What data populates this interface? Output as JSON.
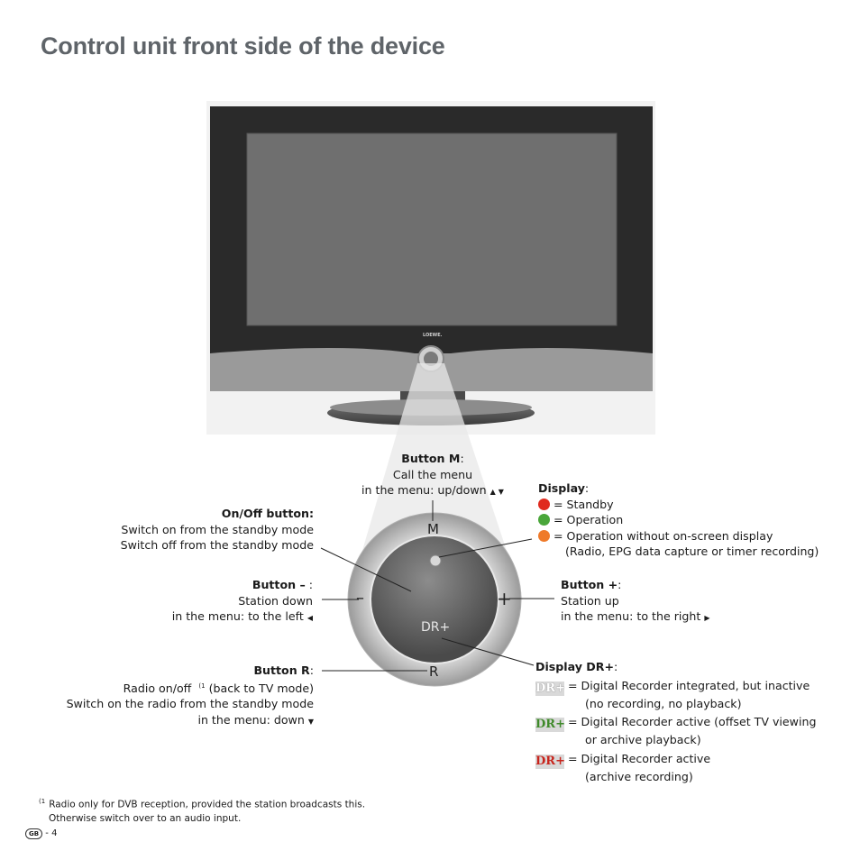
{
  "title": "Control unit front side of the device",
  "tv": {
    "brand": "LOEWE."
  },
  "control_ring": {
    "label_m": "M",
    "label_r": "R",
    "label_minus": "–",
    "label_plus": "+",
    "label_dr": "DR+"
  },
  "button_m": {
    "title": "Button M",
    "title_suffix": ":",
    "line1": "Call the menu",
    "line2": "in the menu: up/down"
  },
  "onoff": {
    "title": "On/Off button:",
    "line1": "Switch on from the standby mode",
    "line2": "Switch off from the standby mode"
  },
  "button_minus": {
    "title": "Button –",
    "title_suffix": " :",
    "line1": "Station down",
    "line2": "in the menu: to the left"
  },
  "button_r": {
    "title": "Button R",
    "title_suffix": ":",
    "line1": "Radio on/off",
    "sup": "(1",
    "line1_suffix": " (back to TV mode)",
    "line2": "Switch on the radio from the standby mode",
    "line3": "in the menu: down"
  },
  "display": {
    "title": "Display",
    "title_suffix": ":",
    "items": [
      {
        "color": "#e02a1e",
        "text": "= Standby"
      },
      {
        "color": "#4aa63a",
        "text": "= Operation"
      },
      {
        "color": "#ef7a2a",
        "text": "= Operation without on-screen display"
      }
    ],
    "note": "(Radio, EPG data capture or timer recording)"
  },
  "button_plus": {
    "title": "Button +",
    "title_suffix": ":",
    "line1": "Station up",
    "line2": "in the menu: to the right"
  },
  "display_dr": {
    "title": "Display DR+",
    "title_suffix": ":",
    "items": [
      {
        "badge": "DR+",
        "badge_color": "#ffffff",
        "line1": "= Digital Recorder integrated, but inactive",
        "line2": "(no recording, no playback)"
      },
      {
        "badge": "DR+",
        "badge_color": "#3f8a2a",
        "line1": "= Digital Recorder active (offset TV viewing",
        "line2": "or archive playback)"
      },
      {
        "badge": "DR+",
        "badge_color": "#c8241c",
        "line1": "= Digital Recorder active",
        "line2": "(archive recording)"
      }
    ]
  },
  "footnote": {
    "marker": "(1",
    "line1": "Radio only for DVB reception, provided the station broadcasts this.",
    "line2": "Otherwise switch over to an audio input."
  },
  "page": {
    "country": "GB",
    "number": "- 4"
  }
}
